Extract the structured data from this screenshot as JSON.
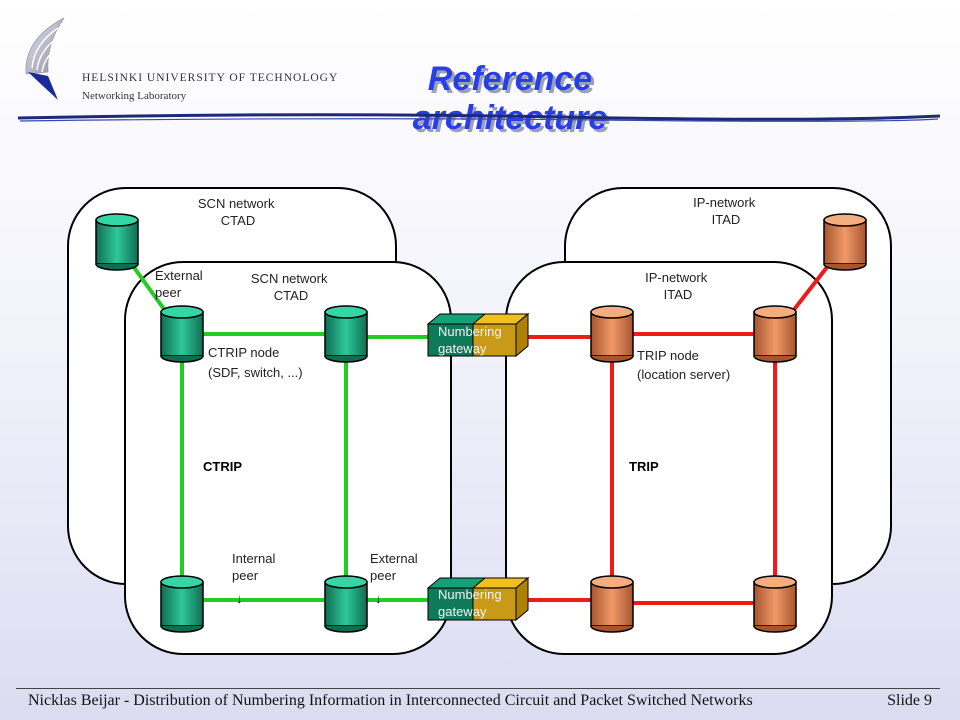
{
  "header": {
    "university": "HELSINKI UNIVERSITY OF TECHNOLOGY",
    "lab": "Networking Laboratory",
    "title": "Reference architecture"
  },
  "diagram": {
    "scn_outer": [
      "SCN network",
      "CTAD"
    ],
    "scn_inner": [
      "SCN network",
      "CTAD"
    ],
    "ip_outer": [
      "IP-network",
      "ITAD"
    ],
    "ip_inner": [
      "IP-network",
      "ITAD"
    ],
    "external_peer_top": [
      "External",
      "peer"
    ],
    "ctrip_node": [
      "CTRIP node",
      "(SDF, switch, ...)"
    ],
    "trip_node": [
      "TRIP node",
      "(location server)"
    ],
    "ctrip_label": "CTRIP",
    "trip_label": "TRIP",
    "internal_peer": [
      "Internal",
      "peer"
    ],
    "external_peer_bottom": [
      "External",
      "peer"
    ],
    "gateway_top": [
      "Numbering",
      "gateway"
    ],
    "gateway_bottom": [
      "Numbering",
      "gateway"
    ],
    "arrow_glyph": "↓",
    "colors": {
      "scn_node": "#1fb38f",
      "ip_node": "#e08552",
      "ctrip_link": "#22cc22",
      "trip_link": "#ee1b1b",
      "gateway_green": "#0f7a5a",
      "gateway_gold": "#d9a800"
    }
  },
  "footer": {
    "left": "Nicklas Beijar - Distribution of Numbering Information in Interconnected Circuit and Packet Switched Networks",
    "right": "Slide 9"
  }
}
